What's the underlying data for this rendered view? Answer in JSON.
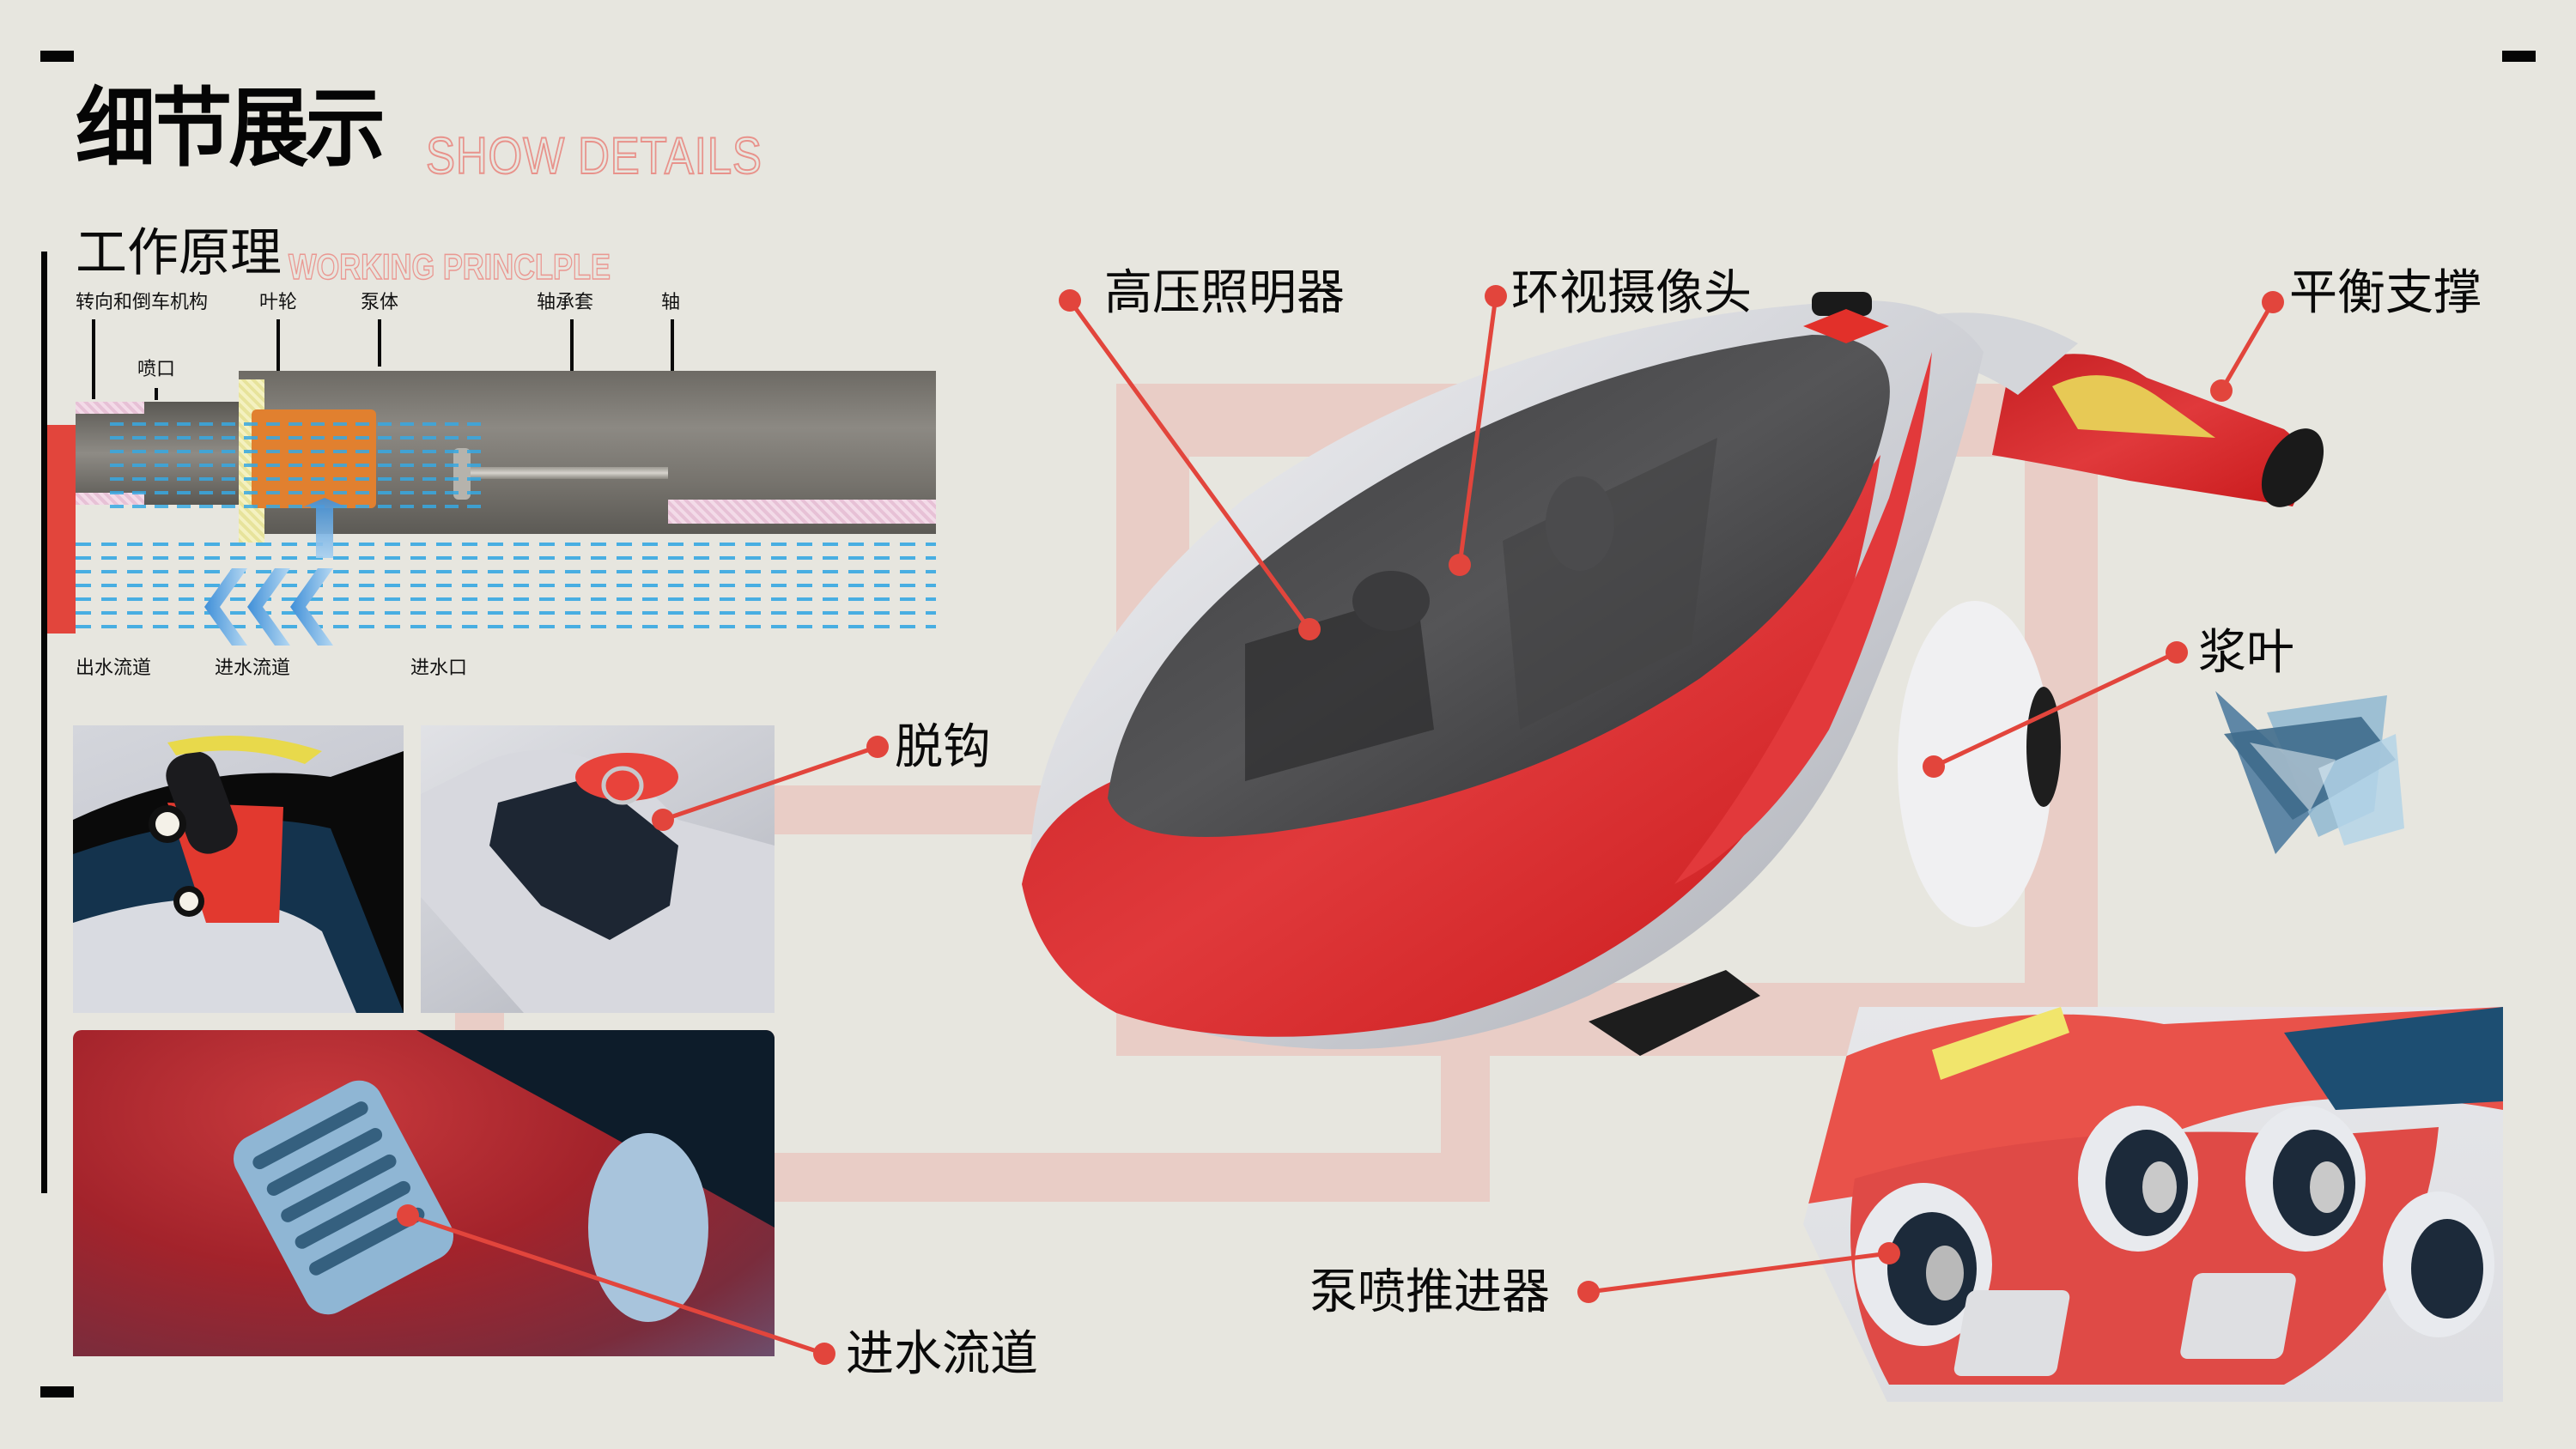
{
  "page": {
    "title_cn": "细节展示",
    "title_en": "SHOW DETAILS",
    "colors": {
      "background": "#e7e6df",
      "accent_red": "#e2453c",
      "frame_pink": "#e9cdc6",
      "outline_pink": "#e8928b",
      "flow_blue": "#37a9e3",
      "text_black": "#0a0a0a"
    }
  },
  "working_principle": {
    "title_cn": "工作原理",
    "title_en": "WORKING PRINCLPLE",
    "top_labels": [
      "转向和倒车机构",
      "叶轮",
      "泵体",
      "轴承套",
      "轴"
    ],
    "nozzle_label": "喷口",
    "bottom_labels": [
      "出水流道",
      "进水流道",
      "进水口"
    ]
  },
  "callouts": {
    "lighting": "高压照明器",
    "camera": "环视摄像头",
    "balance_support": "平衡支撑",
    "blade": "浆叶",
    "release_hook": "脱钩",
    "intake_channel": "进水流道",
    "pump_jet_thruster": "泵喷推进器"
  }
}
